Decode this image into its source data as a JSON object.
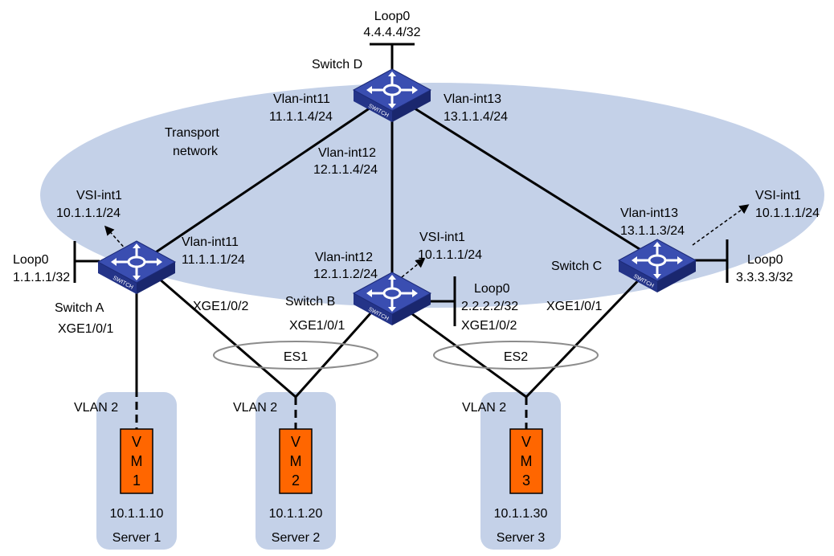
{
  "colors": {
    "transport_cloud": "#c4d1e8",
    "server_box": "#c4d1e8",
    "switch_top": "#3a4eb1",
    "switch_side": "#243488",
    "vm_fill": "#ff6600",
    "line": "#000000",
    "es_ellipse": "#8c8c8c"
  },
  "transport": {
    "label_line1": "Transport",
    "label_line2": "network"
  },
  "switch_icon_text": "SWITCH",
  "switch_d": {
    "name": "Switch D",
    "loop_name": "Loop0",
    "loop_ip": "4.4.4.4/32",
    "if11_name": "Vlan-int11",
    "if11_ip": "11.1.1.4/24",
    "if12_name": "Vlan-int12",
    "if12_ip": "12.1.1.4/24",
    "if13_name": "Vlan-int13",
    "if13_ip": "13.1.1.4/24"
  },
  "switch_a": {
    "name": "Switch A",
    "loop_name": "Loop0",
    "loop_ip": "1.1.1.1/32",
    "vsi_name": "VSI-int1",
    "vsi_ip": "10.1.1.1/24",
    "vlan_name": "Vlan-int11",
    "vlan_ip": "11.1.1.1/24",
    "port1": "XGE1/0/1",
    "port2": "XGE1/0/2"
  },
  "switch_b": {
    "name": "Switch B",
    "loop_name": "Loop0",
    "loop_ip": "2.2.2.2/32",
    "vsi_name": "VSI-int1",
    "vsi_ip": "10.1.1.1/24",
    "vlan_name": "Vlan-int12",
    "vlan_ip": "12.1.1.2/24",
    "port1": "XGE1/0/1",
    "port2": "XGE1/0/2"
  },
  "switch_c": {
    "name": "Switch C",
    "loop_name": "Loop0",
    "loop_ip": "3.3.3.3/32",
    "vsi_name": "VSI-int1",
    "vsi_ip": "10.1.1.1/24",
    "vlan_name": "Vlan-int13",
    "vlan_ip": "13.1.1.3/24",
    "port1": "XGE1/0/1"
  },
  "es1": "ES1",
  "es2": "ES2",
  "servers": [
    {
      "vlan": "VLAN 2",
      "vm_letter": "V",
      "vm_letter2": "M",
      "vm_num": "1",
      "ip": "10.1.1.10",
      "name": "Server 1"
    },
    {
      "vlan": "VLAN 2",
      "vm_letter": "V",
      "vm_letter2": "M",
      "vm_num": "2",
      "ip": "10.1.1.20",
      "name": "Server 2"
    },
    {
      "vlan": "VLAN 2",
      "vm_letter": "V",
      "vm_letter2": "M",
      "vm_num": "3",
      "ip": "10.1.1.30",
      "name": "Server 3"
    }
  ]
}
